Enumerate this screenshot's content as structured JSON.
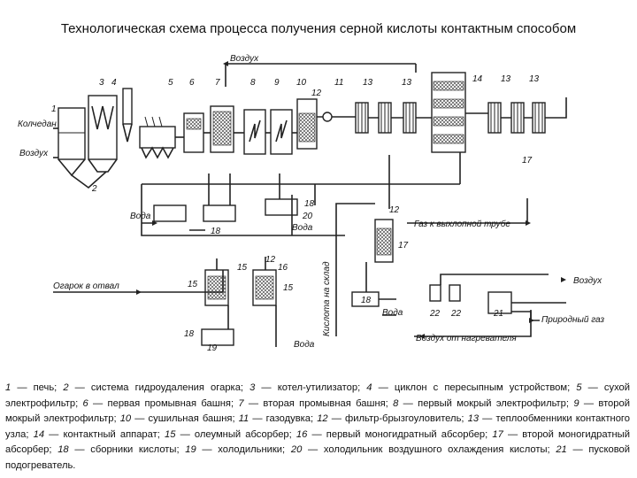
{
  "title": "Технологическая схема процесса получения серной кислоты контактным способом",
  "diagram": {
    "labels": {
      "air_top": "Воздух",
      "pyrite": "Колчедан",
      "air_left": "Воздух",
      "water_1": "Вода",
      "water_2": "Вода",
      "water_3": "Вода",
      "water_4": "Вода",
      "exhaust_gas": "Газ к выхлопной трубе",
      "cinder": "Огарок в отвал",
      "acid_storage": "Кислота на склад",
      "air_right": "Воздух",
      "natural_gas": "Природный газ",
      "air_heater": "Воздух от нагревателя"
    },
    "numbers": [
      "1",
      "2",
      "3",
      "4",
      "5",
      "6",
      "7",
      "8",
      "9",
      "10",
      "11",
      "12",
      "13",
      "13",
      "14",
      "13",
      "13",
      "15",
      "15",
      "15",
      "16",
      "17",
      "18",
      "18",
      "18",
      "18",
      "19",
      "20",
      "22",
      "22",
      "21",
      "12",
      "12",
      "17"
    ]
  },
  "legend": {
    "items": [
      {
        "n": "1",
        "text": "печь;"
      },
      {
        "n": "2",
        "text": "система гидроудаления огарка;"
      },
      {
        "n": "3",
        "text": "котел-утилизатор;"
      },
      {
        "n": "4",
        "text": "циклон с пересыпным устройством;"
      },
      {
        "n": "5",
        "text": "сухой электрофильтр;"
      },
      {
        "n": "6",
        "text": "первая промывная башня;"
      },
      {
        "n": "7",
        "text": "вторая промывная башня;"
      },
      {
        "n": "8",
        "text": "первый мокрый электрофильтр;"
      },
      {
        "n": "9",
        "text": "второй мокрый электрофильтр;"
      },
      {
        "n": "10",
        "text": "сушильная башня;"
      },
      {
        "n": "11",
        "text": "газодувка;"
      },
      {
        "n": "12",
        "text": "фильтр-брызгоуловитель;"
      },
      {
        "n": "13",
        "text": "теплообменники контактного узла;"
      },
      {
        "n": "14",
        "text": "контактный аппарат;"
      },
      {
        "n": "15",
        "text": "олеумный абсорбер;"
      },
      {
        "n": "16",
        "text": "первый моногидратный абсорбер;"
      },
      {
        "n": "17",
        "text": "второй моногидратный абсорбер;"
      },
      {
        "n": "18",
        "text": "сборники кислоты;"
      },
      {
        "n": "19",
        "text": "холодильники;"
      },
      {
        "n": "20",
        "text": "холодильник воздушного охлаждения кислоты;"
      },
      {
        "n": "21",
        "text": "пусковой подогреватель."
      }
    ]
  }
}
